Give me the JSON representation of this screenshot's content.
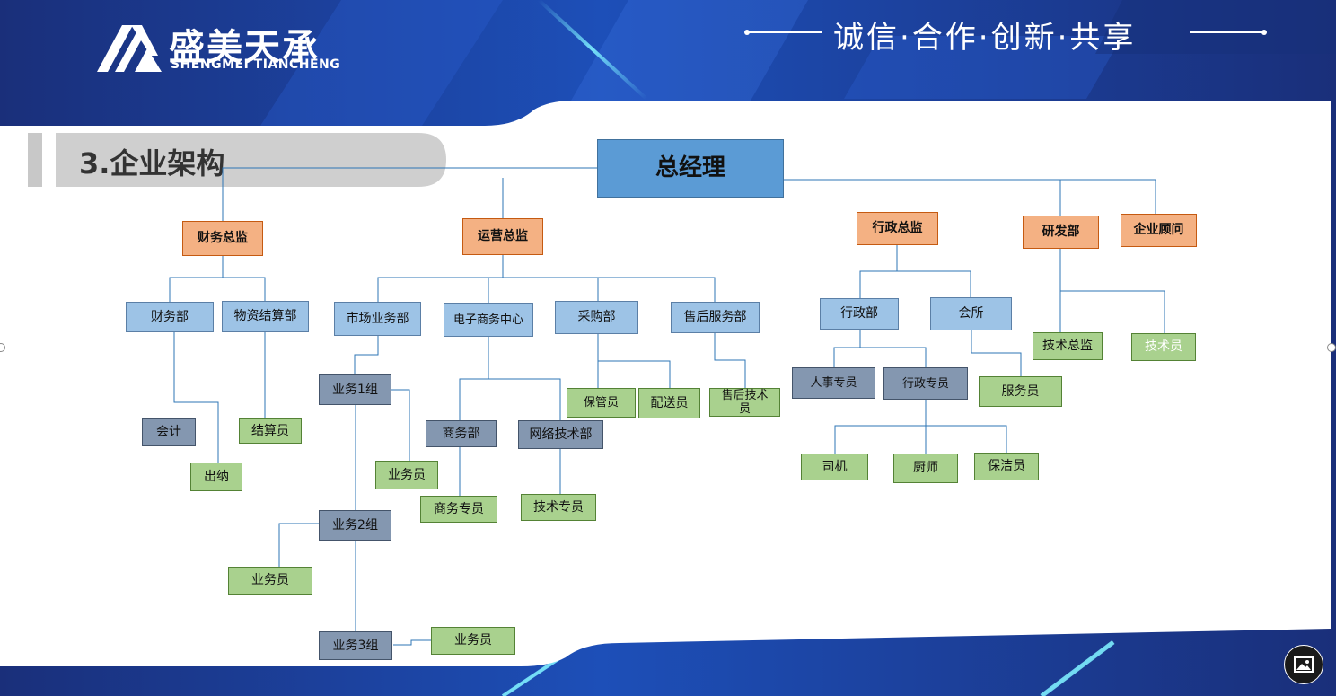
{
  "header": {
    "logo_cn": "盛美天承",
    "logo_en": "SHENGMEI TIANCHENG",
    "slogan": "诚信·合作·创新·共享"
  },
  "section_title": "3.企业架构",
  "org": {
    "general_manager": "总经理",
    "finance_director": "财务总监",
    "operations_director": "运营总监",
    "admin_director": "行政总监",
    "rnd_dept": "研发部",
    "consultant": "企业顾问",
    "finance_dept": "财务部",
    "materials_settlement_dept": "物资结算部",
    "accountant": "会计",
    "cashier": "出纳",
    "settlement_clerk": "结算员",
    "market_business_dept": "市场业务部",
    "ecommerce_center": "电子商务中心",
    "purchasing_dept": "采购部",
    "after_sales_dept": "售后服务部",
    "business_group_1": "业务1组",
    "business_group_2": "业务2组",
    "business_group_3": "业务3组",
    "salesperson_1": "业务员",
    "salesperson_2": "业务员",
    "salesperson_3": "业务员",
    "commerce_dept": "商务部",
    "network_tech_dept": "网络技术部",
    "commerce_specialist": "商务专员",
    "tech_specialist": "技术专员",
    "storekeeper": "保管员",
    "delivery_staff": "配送员",
    "after_sales_tech": "售后技术员",
    "admin_dept": "行政部",
    "clubhouse": "会所",
    "hr_specialist": "人事专员",
    "admin_specialist": "行政专员",
    "service_staff": "服务员",
    "driver": "司机",
    "chef": "厨师",
    "cleaner": "保洁员",
    "tech_director": "技术总监",
    "technician": "技术员"
  },
  "colors": {
    "brand_blue": "#1c3a8c",
    "gm_box": "#5b9bd5",
    "director_box": "#f4b183",
    "dept_box": "#9dc3e6",
    "group_box": "#8497b0",
    "staff_box": "#a9d18e",
    "connector": "#2e75b6"
  },
  "icons": {
    "image_button": "image-icon"
  }
}
